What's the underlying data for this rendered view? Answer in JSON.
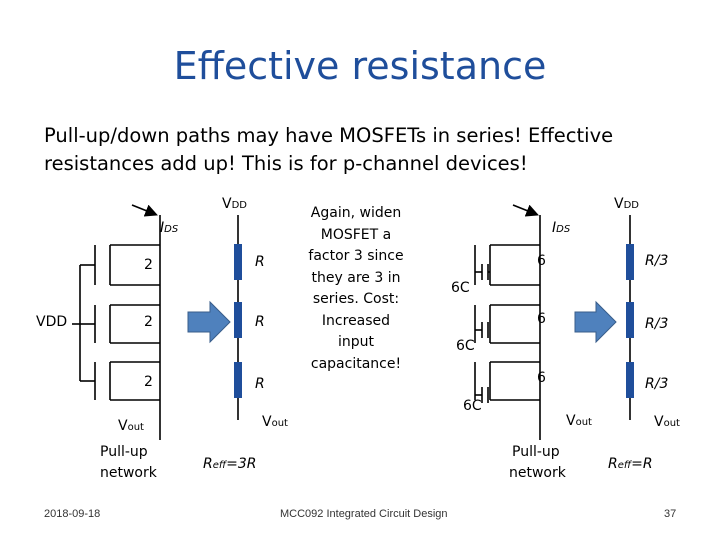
{
  "slide": {
    "title": "Effective resistance",
    "body_line1": "Pull-up/down paths may have MOSFETs in series! Effective",
    "body_line2": "resistances add up! This is for p-channel devices!"
  },
  "left_circuit": {
    "vdd_label": "V",
    "vdd_sub": "DD",
    "ids_label": "I",
    "ids_sub": "DS",
    "transistor_sizes": [
      "2",
      "2",
      "2"
    ],
    "gate_input": "VDD",
    "vout_label": "V",
    "vout_sub": "out",
    "network_line1": "Pull-up",
    "network_line2": "network"
  },
  "left_equivalent": {
    "resistors": [
      "R",
      "R",
      "R"
    ],
    "vout_label": "V",
    "vout_sub": "out",
    "reff_R": "R",
    "reff_sub": "eff",
    "reff_value": "=3R"
  },
  "note": {
    "text": "Again, widen MOSFET a factor 3 since they are 3 in series. Cost: Increased input capacitance!"
  },
  "right_circuit": {
    "vdd_label": "V",
    "vdd_sub": "DD",
    "ids_label": "I",
    "ids_sub": "DS",
    "transistor_sizes": [
      "6",
      "6",
      "6"
    ],
    "capacitors": [
      "6C",
      "6C",
      "6C"
    ],
    "vout_label": "V",
    "vout_sub": "out",
    "network_line1": "Pull-up",
    "network_line2": "network"
  },
  "right_equivalent": {
    "resistors": [
      "R/3",
      "R/3",
      "R/3"
    ],
    "vout_label": "V",
    "vout_sub": "out",
    "reff_R": "R",
    "reff_sub": "eff",
    "reff_value": "=R"
  },
  "footer": {
    "date": "2018-09-18",
    "course": "MCC092 Integrated Circuit Design",
    "page": "37"
  },
  "colors": {
    "title": "#1f4e9b",
    "resistor_fill": "#1f4e9b",
    "arrow_fill": "#4f81bd",
    "arrow_stroke": "#385d8a"
  }
}
